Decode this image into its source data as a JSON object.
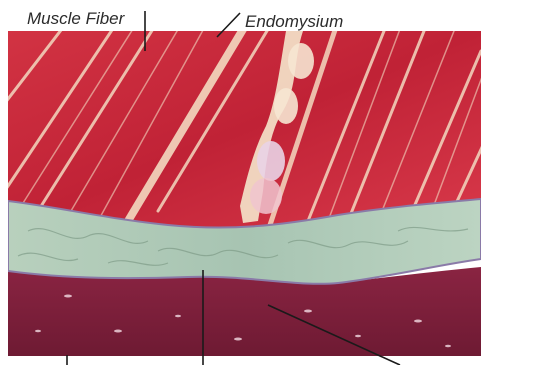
{
  "labels": {
    "muscle_fiber": "Muscle Fiber",
    "endomysium": "Endomysium"
  },
  "figure": {
    "subject": "histology-micrograph-skeletal-muscle-connective-tissue"
  },
  "colors": {
    "muscle_red": "#c8283a",
    "muscle_light": "#f2d7b8",
    "connective_green": "#a9c7b5",
    "bone_maroon": "#7a1f3a",
    "leader_line": "#1a1a1a"
  }
}
